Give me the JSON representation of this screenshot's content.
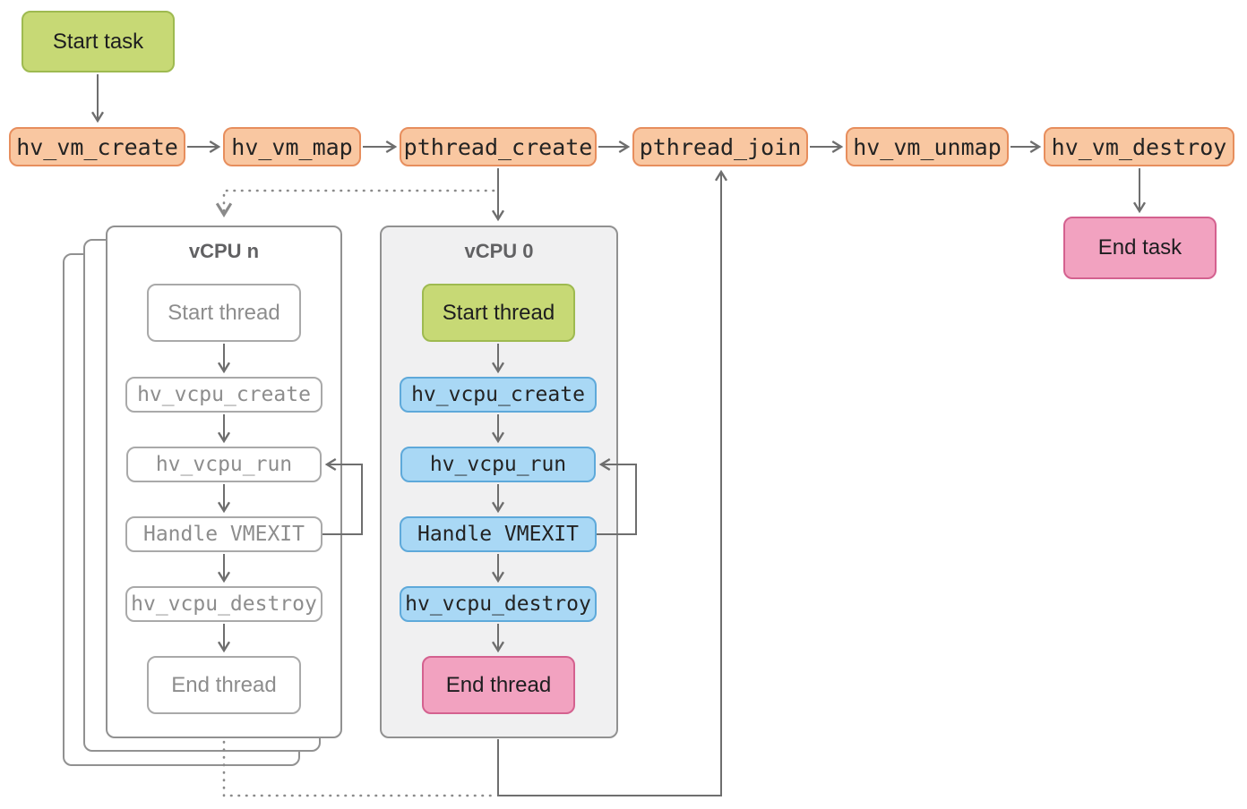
{
  "flow": {
    "start_task": "Start task",
    "end_task": "End task",
    "api_steps": [
      "hv_vm_create",
      "hv_vm_map",
      "pthread_create",
      "pthread_join",
      "hv_vm_unmap",
      "hv_vm_destroy"
    ]
  },
  "vcpu_n": {
    "title": "vCPU n",
    "steps": [
      "Start thread",
      "hv_vcpu_create",
      "hv_vcpu_run",
      "Handle VMEXIT",
      "hv_vcpu_destroy",
      "End thread"
    ]
  },
  "vcpu_0": {
    "title": "vCPU 0",
    "steps": [
      "Start thread",
      "hv_vcpu_create",
      "hv_vcpu_run",
      "Handle VMEXIT",
      "hv_vcpu_destroy",
      "End thread"
    ]
  },
  "colors": {
    "green": "#c7d975",
    "green_border": "#9eba50",
    "orange": "#f9c7a1",
    "orange_border": "#e78e5d",
    "blue": "#a9d8f5",
    "blue_border": "#5ea9da",
    "pink": "#f2a2c0",
    "pink_border": "#d4618f",
    "line": "#6e6e6e",
    "dotted_line": "#8a8a8a",
    "muted_text": "#8d8d8d"
  }
}
